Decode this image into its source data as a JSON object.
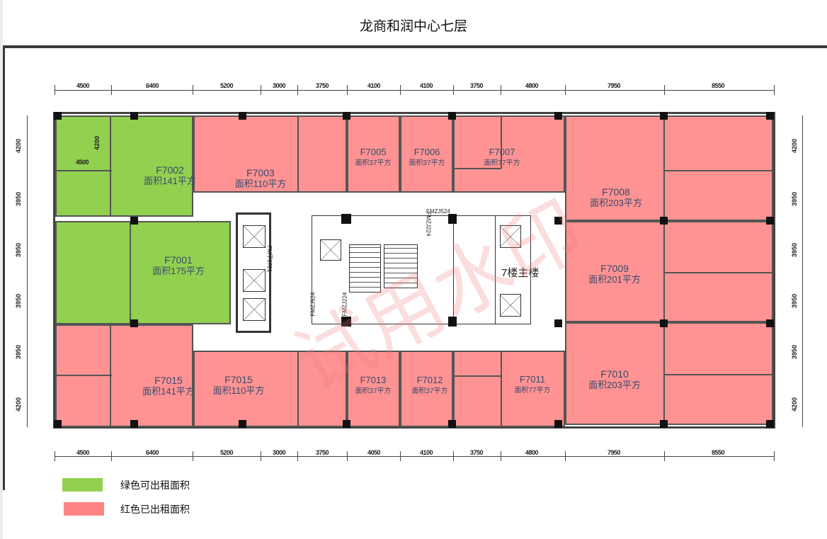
{
  "title": "龙商和润中心七层",
  "colors": {
    "available": "#92d050",
    "rented": "#ff9393"
  },
  "rooms": [
    {
      "id": "F7002",
      "area": "面积141平方",
      "status": "available"
    },
    {
      "id": "F7003",
      "area": "面积110平方",
      "status": "rented"
    },
    {
      "id": "F7005",
      "area": "面积37平方",
      "status": "rented"
    },
    {
      "id": "F7006",
      "area": "面积37平方",
      "status": "rented"
    },
    {
      "id": "F7007",
      "area": "面积77平方",
      "status": "rented"
    },
    {
      "id": "F7008",
      "area": "面积203平方",
      "status": "rented"
    },
    {
      "id": "F7001",
      "area": "面积175平方",
      "status": "available"
    },
    {
      "id": "F7009",
      "area": "面积201平方",
      "status": "rented"
    },
    {
      "id": "F7015",
      "area": "面积141平方",
      "status": "rented"
    },
    {
      "id": "F7015",
      "area": "面积110平方",
      "status": "rented"
    },
    {
      "id": "F7013",
      "area": "面积37平方",
      "status": "rented"
    },
    {
      "id": "F7012",
      "area": "面积37平方",
      "status": "rented"
    },
    {
      "id": "F7011",
      "area": "面积77平方",
      "status": "rented"
    },
    {
      "id": "F7010",
      "area": "面积203平方",
      "status": "rented"
    }
  ],
  "core_label": "7楼主楼",
  "door_codes": [
    "FMZJ524",
    "FMZJ224",
    "FM甲0721",
    "FMZJ524",
    "FMZJ224"
  ],
  "dimensions": {
    "top": [
      "4500",
      "6400",
      "5200",
      "3000",
      "3750",
      "4100",
      "4100",
      "3750",
      "4800",
      "7950",
      "8550"
    ],
    "bottom": [
      "4500",
      "6400",
      "5200",
      "3000",
      "3750",
      "4050",
      "4100",
      "3750",
      "4800",
      "7950",
      "8550"
    ],
    "left": [
      "4200",
      "3950",
      "3950",
      "3950",
      "3950",
      "4200"
    ],
    "right": [
      "4200",
      "3950",
      "3950",
      "3950",
      "3950",
      "4200"
    ],
    "inner": [
      "4200",
      "4500"
    ]
  },
  "watermark": "试用水印",
  "legend": [
    {
      "label": "绿色可出租面积",
      "status": "available"
    },
    {
      "label": "红色已出租面积",
      "status": "rented"
    }
  ]
}
